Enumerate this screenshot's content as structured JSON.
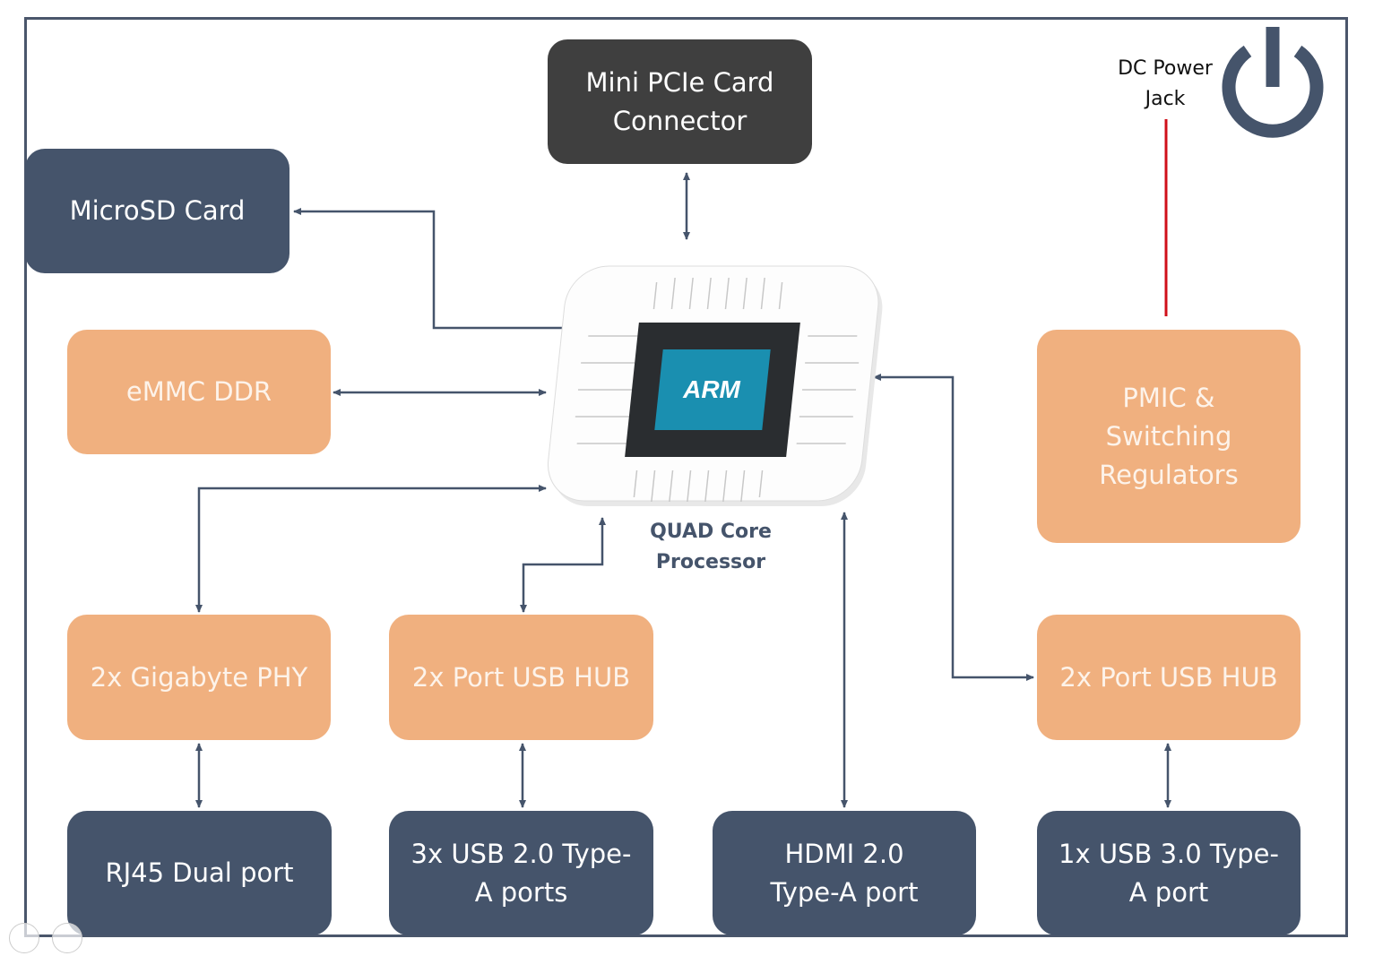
{
  "blocks": {
    "pcie": "Mini PCIe Card\nConnector",
    "microsd": "MicroSD Card",
    "emmc": "eMMC DDR",
    "pmic": "PMIC &\nSwitching\nRegulators",
    "phy": "2x Gigabyte PHY",
    "usb_hub_left": "2x Port USB HUB",
    "usb_hub_right": "2x Port USB HUB",
    "rj45": "RJ45 Dual port",
    "usb2": "3x USB 2.0  Type-\nA ports",
    "hdmi": "HDMI 2.0\nType-A port",
    "usb3": "1x USB 3.0 Type-\nA port"
  },
  "processor": {
    "logo": "ARM",
    "label": "QUAD Core\nProcessor"
  },
  "power": {
    "label": "DC Power\nJack",
    "icon": "power-icon"
  },
  "colors": {
    "dark_block": "#45546b",
    "gray_block": "#3f3f3f",
    "orange_block": "#f0b07f",
    "arrow": "#45546b",
    "power_line": "#d0101a",
    "chip_die": "#1a8fb0"
  }
}
